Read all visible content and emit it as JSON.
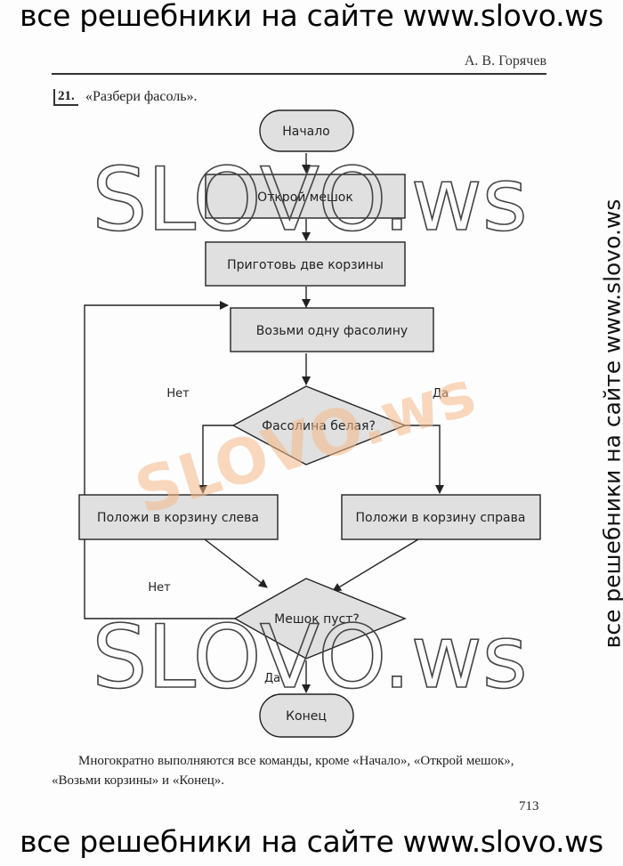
{
  "banner_top": "все решебники на сайте www.slovo.ws",
  "banner_bottom": "все решебники на сайте www.slovo.ws",
  "side_watermark": "все решебники на сайте www.slovo.ws",
  "header": {
    "author": "А. В. Горячев"
  },
  "task": {
    "number": "21.",
    "title": "«Разбери фасоль»."
  },
  "flowchart": {
    "start": "Начало",
    "open_bag": "Открой мешок",
    "prepare_baskets": "Приготовь две корзины",
    "take_bean": "Возьми одну фасолину",
    "is_white": "Фасолина белая?",
    "put_left": "Положи в корзину слева",
    "put_right": "Положи в корзину справа",
    "is_empty": "Мешок пуст?",
    "end": "Конец",
    "no_label_1": "Нет",
    "yes_label_1": "Да",
    "no_label_2": "Нет",
    "yes_label_2": "Да"
  },
  "watermarks": {
    "top": "SLOVO.ws",
    "middle": "SLOVO.ws",
    "bottom": "SLOVO.ws"
  },
  "caption": "Многократно выполняются все команды, кроме «Начало», «Открой мешок», «Возьми корзины» и «Конец».",
  "page_number": "713"
}
